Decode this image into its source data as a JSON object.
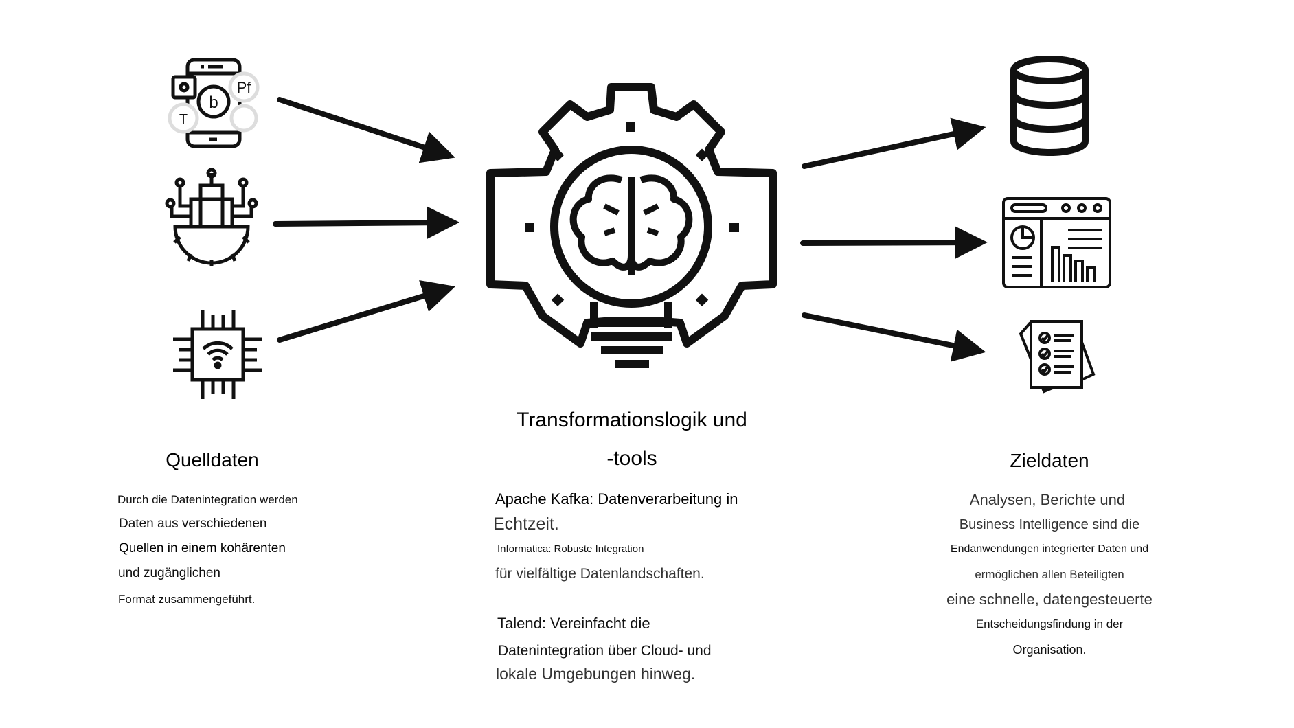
{
  "sources": {
    "title": "Quelldaten",
    "icon_letters": [
      "Pf",
      "b",
      "T"
    ],
    "lines": [
      "Durch die Datenintegration werden",
      "Daten aus verschiedenen",
      "Quellen in einem kohärenten",
      "und zugänglichen",
      "Format zusammengeführt."
    ]
  },
  "transformation": {
    "title_lines": [
      "Transformationslogik und",
      "-tools"
    ],
    "lines": [
      "Apache Kafka: Datenverarbeitung in",
      "Echtzeit.",
      "Informatica: Robuste Integration",
      "für vielfältige Datenlandschaften.",
      "Talend: Vereinfacht die",
      "Datenintegration über Cloud- und",
      "lokale Umgebungen hinweg."
    ]
  },
  "targets": {
    "title": "Zieldaten",
    "lines": [
      "Analysen, Berichte und",
      "Business Intelligence sind die",
      "Endanwendungen integrierter Daten und",
      "ermöglichen allen Beteiligten",
      "eine schnelle, datengesteuerte",
      "Entscheidungsfindung in der",
      "Organisation."
    ]
  },
  "icons": [
    "smartphone-apps-icon",
    "smart-building-gear-icon",
    "iot-chip-icon",
    "gear-lightbulb-brain-icon",
    "database-icon",
    "dashboard-icon",
    "checklist-documents-icon"
  ]
}
